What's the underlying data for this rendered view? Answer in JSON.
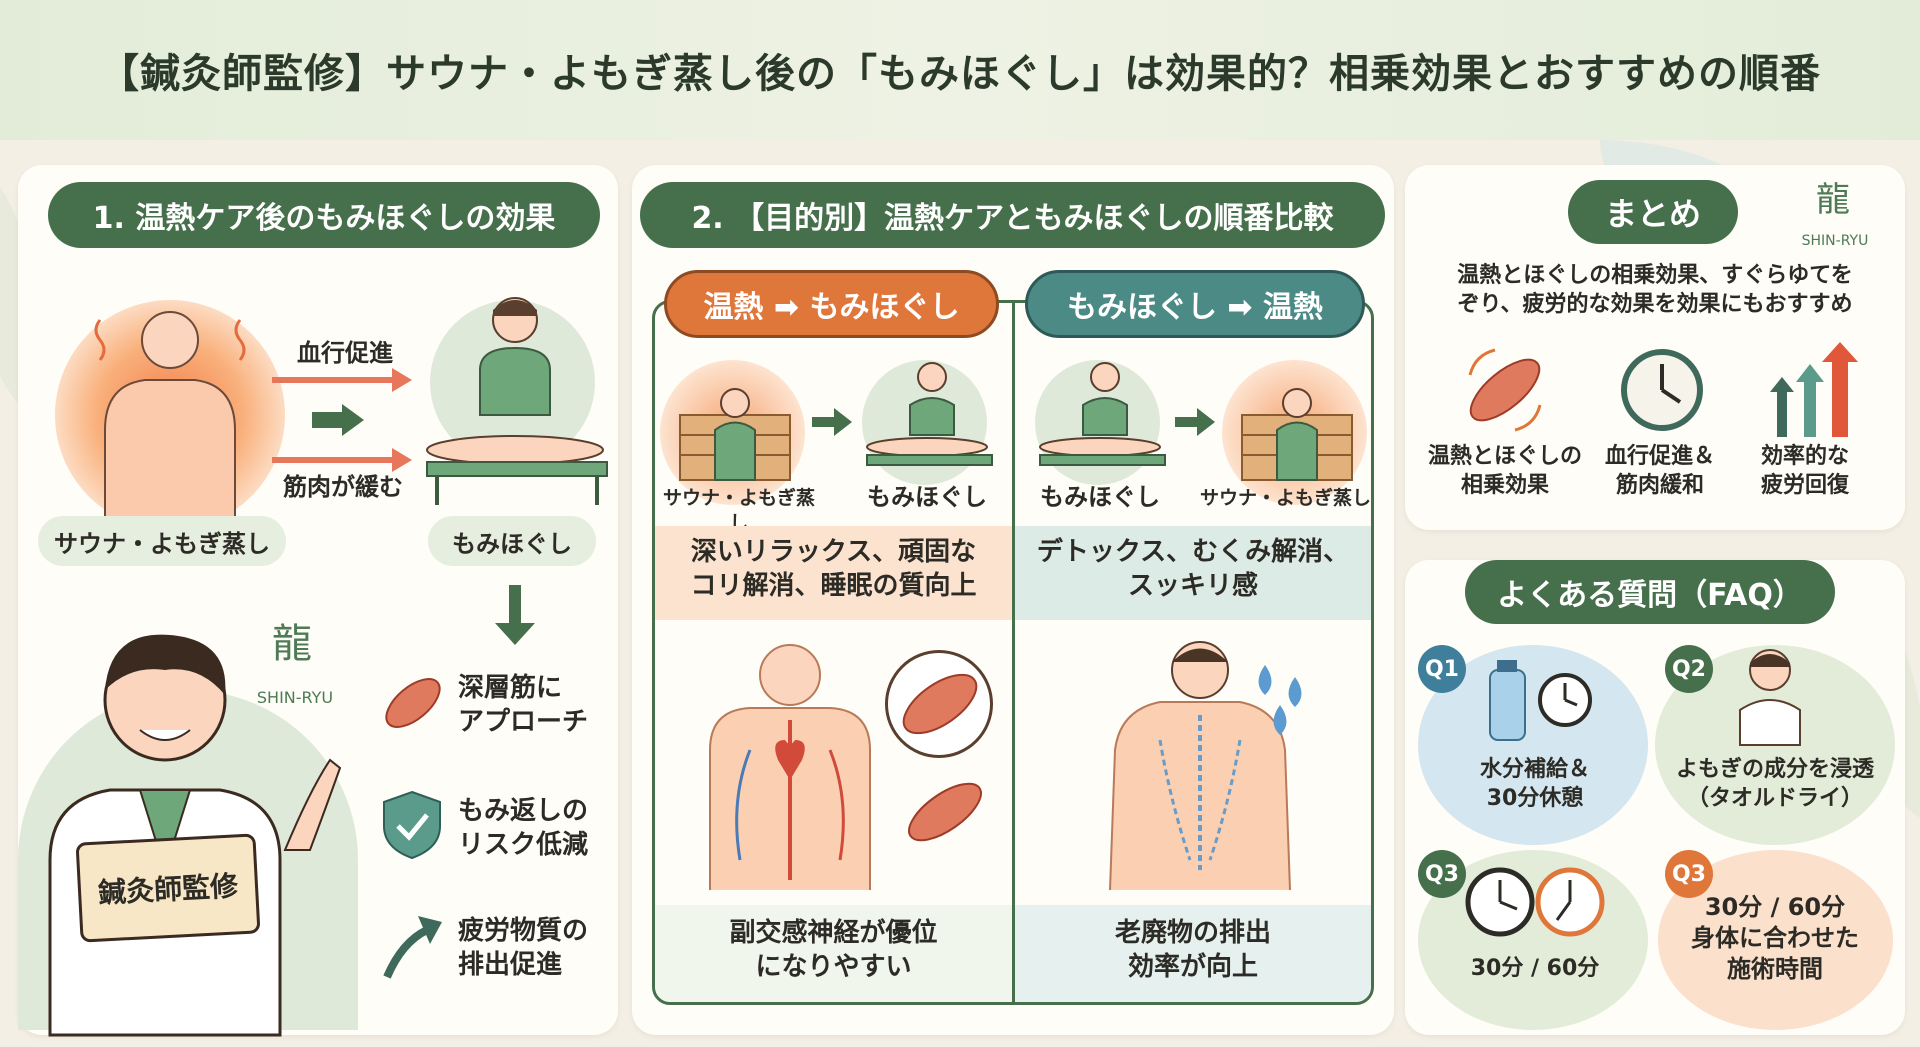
{
  "title": "【鍼灸師監修】サウナ・よもぎ蒸し後の「もみほぐし」は効果的？相乗効果とおすすめの順番",
  "section1": {
    "heading": "1. 温熱ケア後のもみほぐしの効果",
    "arrow_top": "血行促進",
    "arrow_bottom": "筋肉が緩む",
    "left_label": "サウナ・よもぎ蒸し",
    "right_label": "もみほぐし",
    "benefits": [
      {
        "text": "深層筋に\nアプローチ"
      },
      {
        "text": "もみ返しの\nリスク低減"
      },
      {
        "text": "疲労物質の\n排出促進"
      }
    ],
    "brand": "SHIN-RYU",
    "brand_kanji": "龍",
    "sign": "鍼灸師監修"
  },
  "section2": {
    "heading": "2. 【目的別】温熱ケアともみほぐしの順番比較",
    "left_tab": "温熱 ➡ もみほぐし",
    "right_tab": "もみほぐし ➡ 温熱",
    "left_icon1": "サウナ・よもぎ蒸し",
    "left_icon2": "もみほぐし",
    "right_icon1": "もみほぐし",
    "right_icon2": "サウナ・よもぎ蒸し",
    "left_effect": "深いリラックス、頑固な\nコリ解消、睡眠の質向上",
    "right_effect": "デトックス、むくみ解消、\nスッキリ感",
    "left_bottom": "副交感神経が優位\nになりやすい",
    "right_bottom": "老廃物の排出\n効率が向上"
  },
  "summary": {
    "heading": "まとめ",
    "brand": "SHIN-RYU",
    "brand_kanji": "龍",
    "text": "温熱とほぐしの相乗効果、すぐらゆてを\nぞり、疲労的な効果を効果にもおすすめ",
    "items": [
      {
        "text": "温熱とほぐしの\n相乗効果"
      },
      {
        "text": "血行促進＆\n筋肉緩和"
      },
      {
        "text": "効率的な\n疲労回復"
      }
    ]
  },
  "faq": {
    "heading": "よくある質問（FAQ）",
    "q1": {
      "badge": "Q1",
      "text": "水分補給＆\n30分休憩"
    },
    "q2": {
      "badge": "Q2",
      "text": "よもぎの成分を浸透\n（タオルドライ）"
    },
    "q3a": {
      "badge": "Q3",
      "text": "30分 / 60分"
    },
    "q3b": {
      "badge": "Q3",
      "text": "30分 / 60分\n身体に合わせた\n施術時間"
    }
  },
  "colors": {
    "green": "#466f4b",
    "orange": "#e0773a",
    "teal": "#4c8a86",
    "muscle": "#d9654a"
  }
}
